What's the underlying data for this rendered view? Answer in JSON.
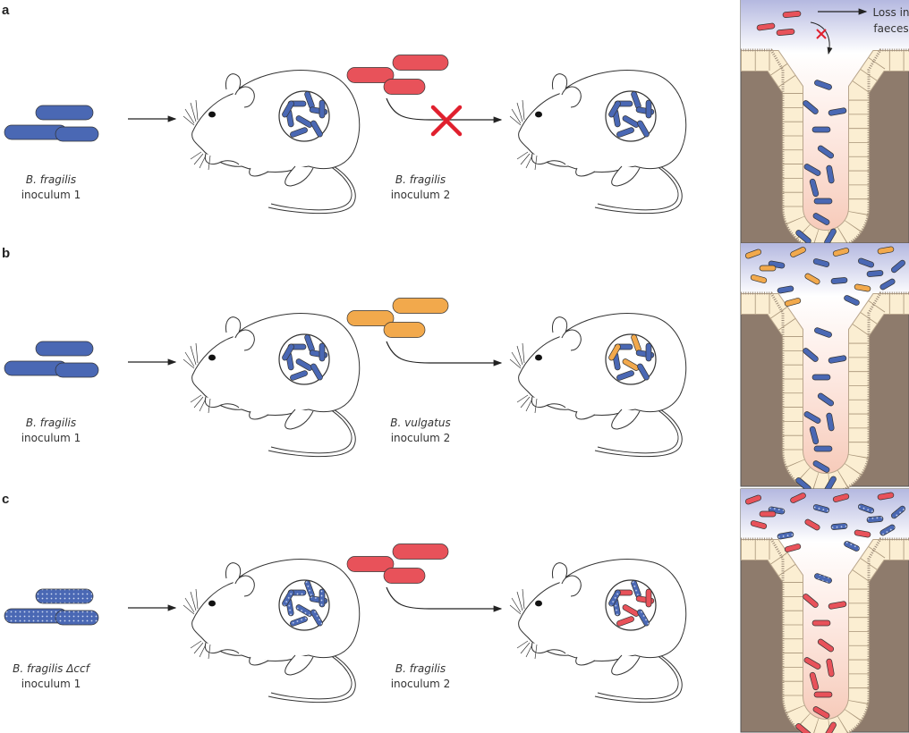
{
  "colors": {
    "bfragilis": "#4a68b4",
    "bfragilis_inoculum2": "#e8525a",
    "bvulgatus": "#f2a94c",
    "crypt_tissue": "#8e7b6c",
    "crypt_cells": "#fbeed2",
    "block_mark": "#e0202e"
  },
  "panels": [
    {
      "label": "a",
      "inoculum1_species": "B. fragilis",
      "inoculum1_text": "inoculum 1",
      "inoculum2_species": "B. fragilis",
      "inoculum2_text": "inoculum 2",
      "outcome": "blocked",
      "crypt_note": "Loss in",
      "crypt_note2": "faeces"
    },
    {
      "label": "b",
      "inoculum1_species": "B. fragilis",
      "inoculum1_text": "inoculum 1",
      "inoculum2_species": "B. vulgatus",
      "inoculum2_text": "inoculum 2",
      "outcome": "co-colonization"
    },
    {
      "label": "c",
      "inoculum1_species": "B. fragilis Δccf",
      "inoculum1_text": "inoculum 1",
      "inoculum2_species": "B. fragilis",
      "inoculum2_text": "inoculum 2",
      "outcome": "replacement"
    }
  ],
  "icons": {
    "block": "cross-icon",
    "arrow": "arrow-right-icon"
  }
}
